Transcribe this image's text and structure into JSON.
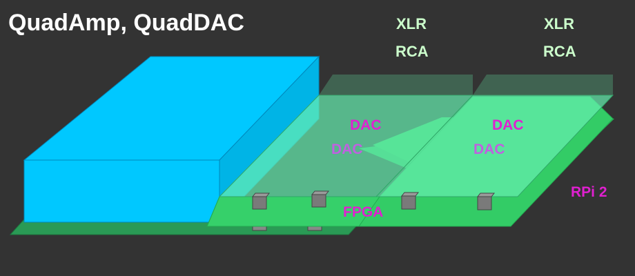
{
  "title": "QuadAmp, QuadDAC",
  "connectors": [
    {
      "xlr": "XLR",
      "rca": "RCA"
    },
    {
      "xlr": "XLR",
      "rca": "RCA"
    }
  ],
  "dac_labels": [
    "DAC",
    "DAC",
    "DAC",
    "DAC"
  ],
  "fpga_label": "FPGA",
  "rpi_label": "RPi 2",
  "colors": {
    "background": "#333333",
    "amp_block": "#00c8ff",
    "board_green": "#33cc66",
    "board_light": "#55e8a0",
    "chip_gray": "#777777",
    "label_magenta": "#e020d0"
  }
}
